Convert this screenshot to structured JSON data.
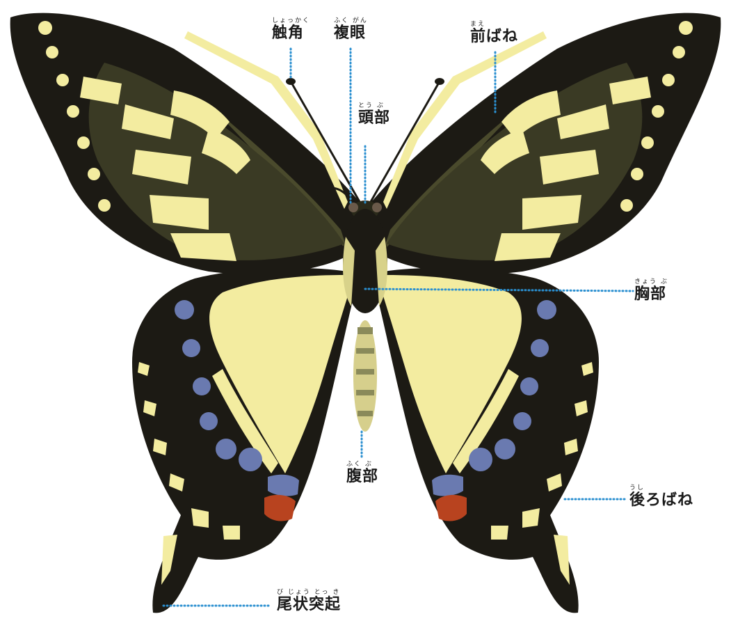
{
  "labels": {
    "antenna": {
      "text": "触角",
      "ruby": "しょっかく"
    },
    "eye": {
      "text": "複眼",
      "ruby": "ふく がん"
    },
    "forewing": {
      "text": "前ばね",
      "ruby": "まえ"
    },
    "head": {
      "text": "頭部",
      "ruby": "とう ぶ"
    },
    "thorax": {
      "text": "胸部",
      "ruby": "きょう ぶ"
    },
    "abdomen": {
      "text": "腹部",
      "ruby": "ふく ぶ"
    },
    "hindwing": {
      "text": "後ろばね",
      "ruby": "うし"
    },
    "tail": {
      "text": "尾状突起",
      "ruby": "び じょう とっ き"
    }
  },
  "colors": {
    "leader": "#2a8fd0",
    "wing_black": "#1c1a14",
    "wing_yellow": "#f3eca0",
    "wing_green": "#4a4a2c",
    "blue_spot": "#6a7ab0",
    "red_spot": "#b8431f"
  }
}
